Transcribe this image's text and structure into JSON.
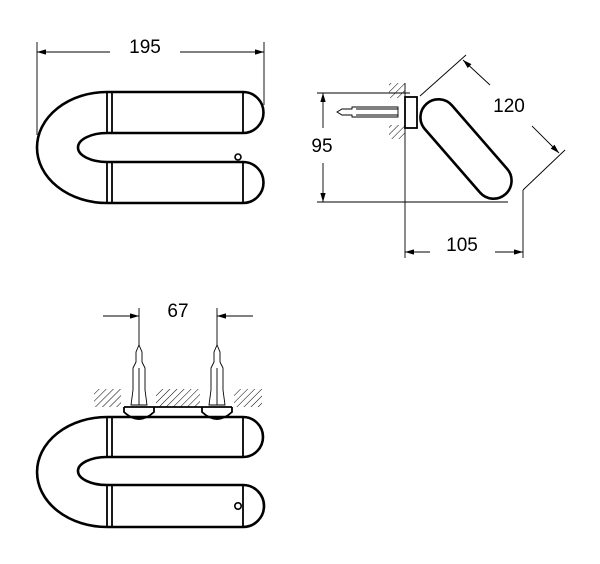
{
  "drawing": {
    "front_view": {
      "width_label": "195"
    },
    "side_view": {
      "height_label": "95",
      "length_label": "120",
      "depth_label": "105"
    },
    "bottom_view": {
      "spacing_label": "67"
    }
  },
  "colors": {
    "line": "#000000",
    "background": "#ffffff"
  }
}
